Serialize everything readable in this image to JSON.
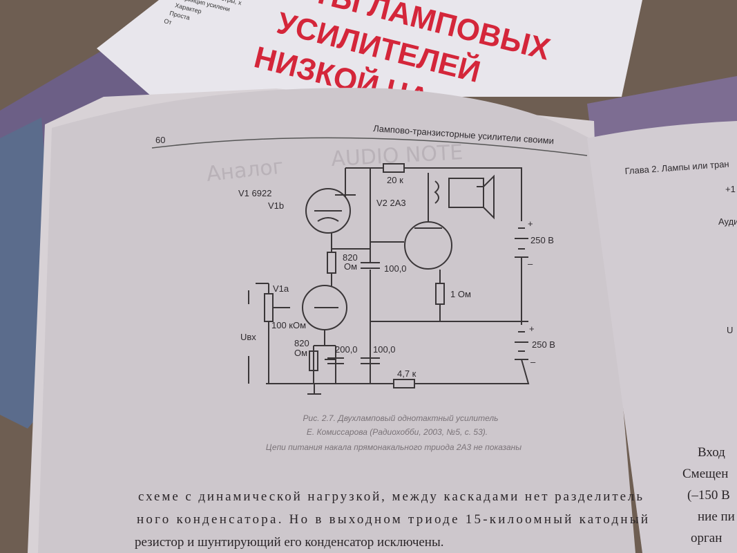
{
  "background_book": {
    "title_lines": [
      "ТЫ ЛАМПОВЫХ",
      "УСИЛИТЕЛЕЙ",
      "НИЗКОЙ ЧА"
    ],
    "bullets": [
      "Типы, параметры, х",
      "Принцип усилени",
      "Характер",
      "Проста",
      "От"
    ],
    "title_color": "#d4263a"
  },
  "page": {
    "number": "60",
    "running_header": "Лампово-транзисторные усилители своими",
    "handwriting": [
      "Аналог",
      "AUDIO NOTE"
    ],
    "schematic_labels": {
      "v1": "V1 6922",
      "v1b": "V1b",
      "v1a": "V1a",
      "v2": "V2  2A3",
      "r20k": "20 к",
      "r820_top": "820",
      "r820_top_unit": "Ом",
      "c100_top": "100,0",
      "r1ohm": "1 Ом",
      "b250_top": "250 В",
      "b250_bottom": "250 В",
      "pot": "100 кОм",
      "uin": "Uвх",
      "r820_bottom": "820",
      "r820_bottom_unit": "Ом",
      "c200": "200,0",
      "c100_bottom": "100,0",
      "r47k": "4,7 к",
      "plus1": "+",
      "minus1": "–",
      "plus2": "+",
      "minus2": "–"
    },
    "caption": [
      "Рис. 2.7. Двухламповый однотактный усилитель",
      "Е. Комиссарова (Радиохобби, 2003, №5, с. 53).",
      "Цепи питания накала прямонакального триода 2А3 не показаны"
    ],
    "body_text": [
      "схеме с динамической нагрузкой, между каскадами нет разделитель",
      "ного конденсатора. Но в выходном триоде 15-килоомный катодный",
      "резистор и шунтирующий его конденсатор исключены."
    ]
  },
  "right_page": {
    "header": "Глава 2. Лампы или тран",
    "small": [
      "+1",
      "Аудио",
      "U"
    ],
    "body_text": [
      "Вход",
      "Смещен",
      "(–150 В",
      "ние пи",
      "орган"
    ]
  }
}
